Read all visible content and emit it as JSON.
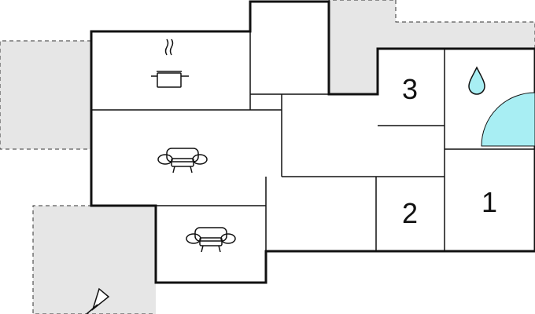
{
  "colors": {
    "wall": "#111111",
    "terrace": "#e6e6e6",
    "water": "#a8eef3",
    "background": "#ffffff"
  },
  "rooms": [
    {
      "id": "room-1",
      "label": "1"
    },
    {
      "id": "room-2",
      "label": "2"
    },
    {
      "id": "room-3",
      "label": "3"
    }
  ],
  "icons": [
    {
      "id": "kitchen",
      "icon": "cooking-pot-icon"
    },
    {
      "id": "living",
      "icon": "sofa-icon"
    },
    {
      "id": "lounge",
      "icon": "sofa-icon"
    },
    {
      "id": "bathroom",
      "icon": "water-drop-icon"
    },
    {
      "id": "pool",
      "icon": "pool-quarter-circle"
    },
    {
      "id": "entrance",
      "icon": "compass-arrow-icon"
    }
  ]
}
